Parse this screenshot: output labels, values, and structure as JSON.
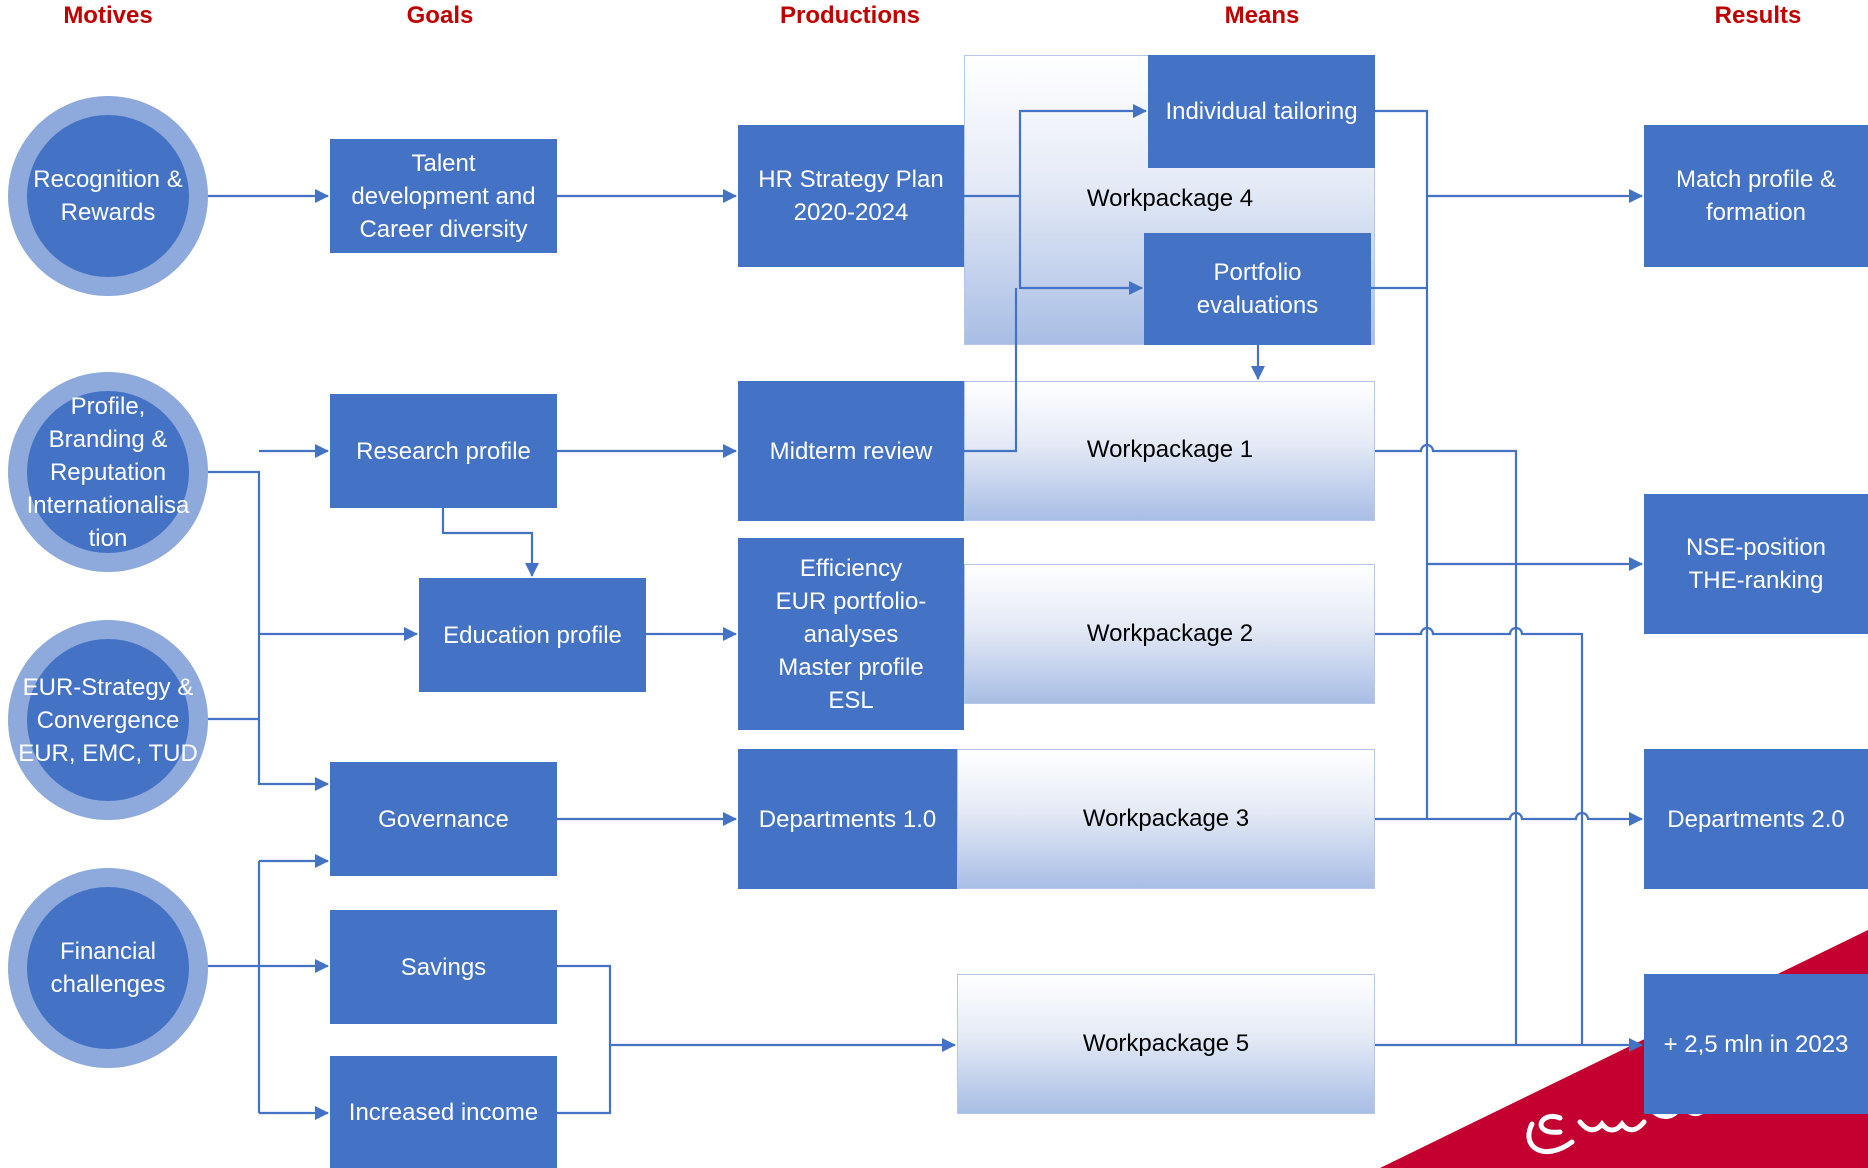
{
  "headers": {
    "motives": "Motives",
    "goals": "Goals",
    "productions": "Productions",
    "means": "Means",
    "results": "Results"
  },
  "motives": {
    "recognition": "Recognition &\nRewards",
    "profile": "Profile,\nBranding &\nReputation\nInternationalisa\ntion",
    "strategy": "EUR-Strategy &\nConvergence\nEUR, EMC, TUD",
    "financial": "Financial\nchallenges"
  },
  "goals": {
    "talent": "Talent\ndevelopment and\nCareer diversity",
    "research": "Research profile",
    "education": "Education profile",
    "governance": "Governance",
    "savings": "Savings",
    "income": "Increased income"
  },
  "productions": {
    "hr_plan": "HR Strategy Plan\n2020-2024",
    "midterm": "Midterm review",
    "efficiency": "Efficiency\nEUR portfolio-\nanalyses\nMaster profile\nESL",
    "departments": "Departments 1.0"
  },
  "means": {
    "wp4": "Workpackage 4",
    "tailoring": "Individual tailoring",
    "portfolio": "Portfolio\nevaluations",
    "wp1": "Workpackage 1",
    "wp2": "Workpackage 2",
    "wp3": "Workpackage 3",
    "wp5": "Workpackage 5"
  },
  "results": {
    "match": "Match profile &\nformation",
    "nse": "NSE-position\nTHE-ranking",
    "departments2": "Departments 2.0",
    "income": "+ 2,5 mln in 2023"
  },
  "brand": {
    "logo_text": "Erasmus",
    "accent_color": "#c3002f"
  },
  "colors": {
    "box": "#4472c4",
    "circle_ring": "#8ea9db",
    "connector": "#4472c4",
    "header": "#c00000"
  }
}
